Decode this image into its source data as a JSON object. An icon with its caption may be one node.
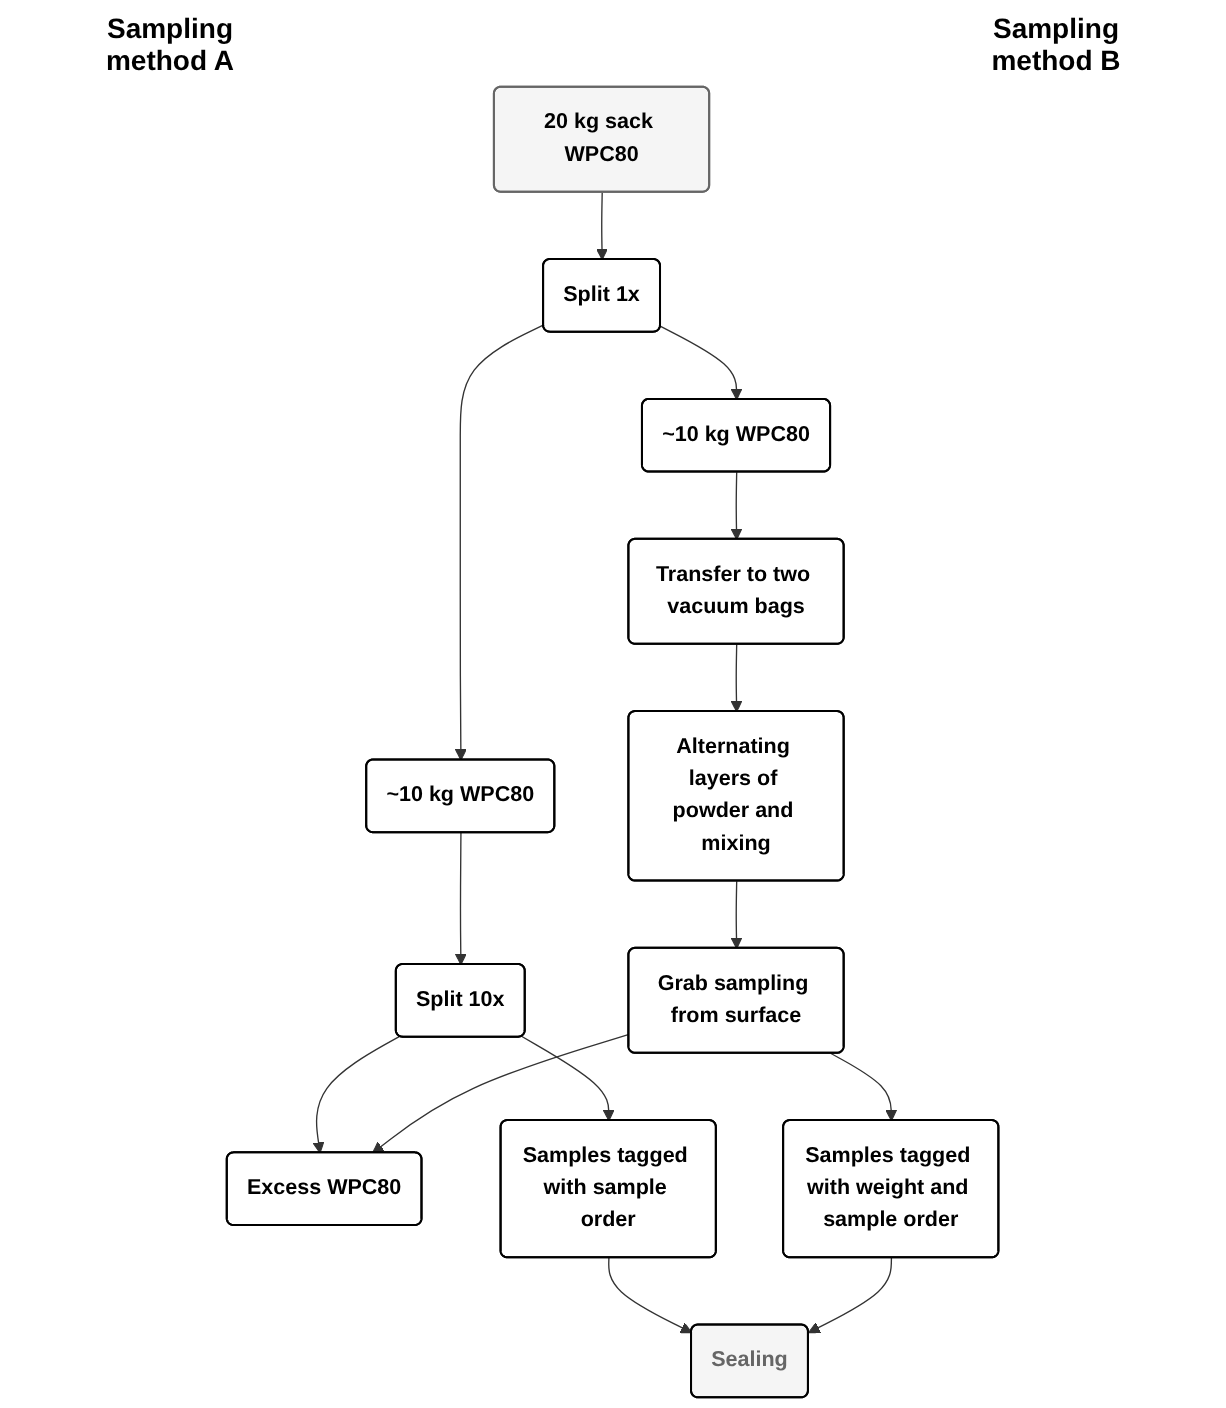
{
  "diagram": {
    "nodes": [
      {
        "text": [
          "20 kg sack WPC80"
        ]
      },
      {
        "text": [
          "Split 1x"
        ]
      },
      {
        "text": [
          "~10 kg WPC80"
        ]
      },
      {
        "text": [
          "~10 kg WPC80"
        ]
      },
      {
        "text": [
          "Split 10x"
        ]
      },
      {
        "text": [
          "Transfer to two vacuum bags"
        ]
      },
      {
        "text": [
          "Alternating layers of powder and mixing"
        ]
      },
      {
        "text": [
          "Excess WPC80"
        ]
      },
      {
        "text": [
          "Grab sampling from surface"
        ]
      },
      {
        "text": [
          "Samples tagged with sample order"
        ]
      },
      {
        "text": [
          "Sealing"
        ]
      },
      {
        "text": [
          "Samples tagged with weight and sample order"
        ]
      }
    ],
    "edges": [
      {
        "from": 0,
        "to": 1,
        "arrow": "to"
      },
      {
        "from": 1,
        "to": 2,
        "arrow": "to"
      },
      {
        "from": 1,
        "to": 3,
        "arrow": "to"
      },
      {
        "from": 2,
        "to": 4,
        "arrow": "to"
      },
      {
        "from": 3,
        "to": 5,
        "arrow": "to"
      },
      {
        "from": 4,
        "to": 7,
        "arrow": "to"
      },
      {
        "from": 4,
        "to": 9,
        "arrow": "to"
      },
      {
        "from": 5,
        "to": 6,
        "arrow": "to"
      },
      {
        "from": 6,
        "to": 8,
        "arrow": "to"
      },
      {
        "from": 8,
        "to": 7,
        "arrow": "to"
      },
      {
        "from": 8,
        "to": 11,
        "arrow": "to"
      },
      {
        "from": 9,
        "to": 10,
        "arrow": "to"
      },
      {
        "from": 11,
        "to": 10,
        "arrow": "to"
      }
    ],
    "labels": [
      "Sampling method A",
      "Sampling method B"
    ]
  }
}
